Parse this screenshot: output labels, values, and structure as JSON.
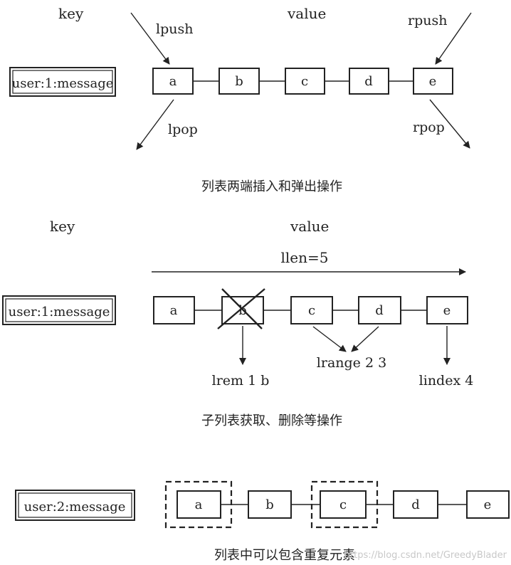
{
  "panel1": {
    "key_label": "key",
    "value_label": "value",
    "key_box": "user:1:message",
    "nodes": [
      "a",
      "b",
      "c",
      "d",
      "e"
    ],
    "lpush": "lpush",
    "lpop": "lpop",
    "rpush": "rpush",
    "rpop": "rpop",
    "caption": "列表两端插入和弹出操作"
  },
  "panel2": {
    "key_label": "key",
    "value_label": "value",
    "llen": "llen=5",
    "key_box": "user:1:message",
    "nodes": [
      "a",
      "b",
      "c",
      "d",
      "e"
    ],
    "lrem": "lrem 1 b",
    "lrange": "lrange 2 3",
    "lindex": "lindex 4",
    "caption": "子列表获取、删除等操作"
  },
  "panel3": {
    "key_box": "user:2:message",
    "nodes": [
      "a",
      "b",
      "c",
      "d",
      "e"
    ],
    "caption": "列表中可以包含重复元素",
    "watermark": "https://blog.csdn.net/GreedyBlader"
  }
}
